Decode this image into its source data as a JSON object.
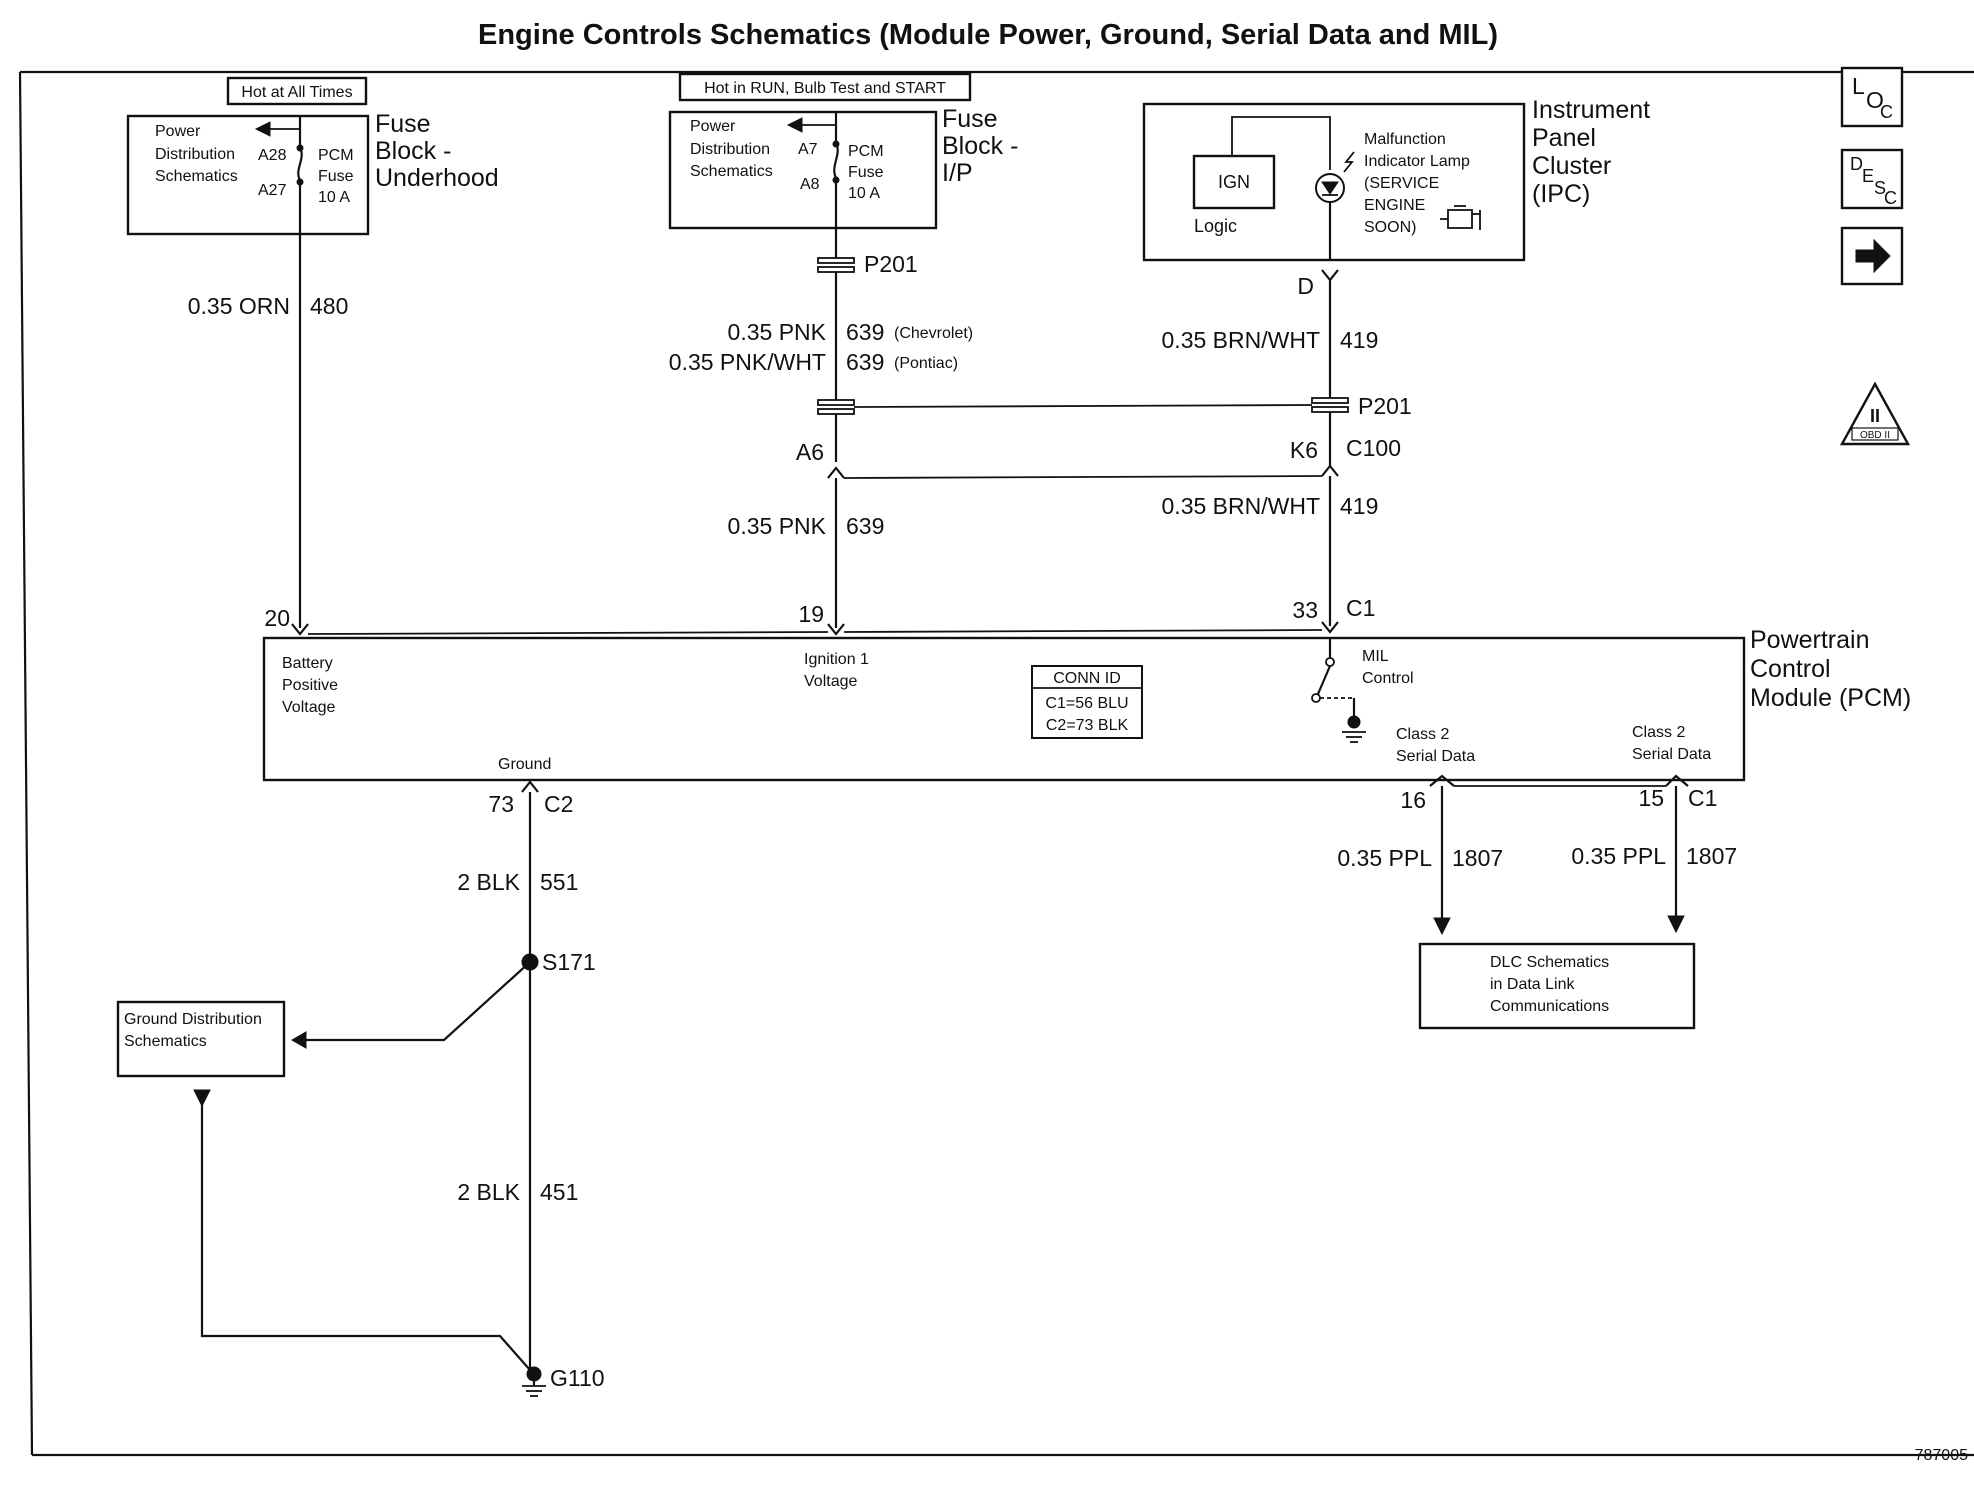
{
  "title": "Engine Controls Schematics (Module Power, Ground, Serial Data and MIL)",
  "figure_id": "787005",
  "nav_icons": {
    "loc": "loc-icon",
    "desc": "desc-icon",
    "next": "arrow-right-icon",
    "obd": "obd-ii-icon"
  },
  "nav_labels": {
    "loc_big": "L",
    "loc_o": "O",
    "loc_c": "C",
    "desc_d": "D",
    "desc_e": "E",
    "desc_s": "S",
    "desc_c": "C",
    "obd_numeral": "II",
    "obd_text": "OBD II"
  },
  "fuse_underhood": {
    "hot_label": "Hot at All Times",
    "ref_line1": "Power",
    "ref_line2": "Distribution",
    "ref_line3": "Schematics",
    "term_top": "A28",
    "term_bot": "A27",
    "fuse_line1": "PCM",
    "fuse_line2": "Fuse",
    "fuse_line3": "10 A",
    "block_line1": "Fuse",
    "block_line2": "Block -",
    "block_line3": "Underhood"
  },
  "fuse_ip": {
    "hot_label": "Hot in RUN, Bulb Test and START",
    "ref_line1": "Power",
    "ref_line2": "Distribution",
    "ref_line3": "Schematics",
    "term_top": "A7",
    "term_bot": "A8",
    "fuse_line1": "PCM",
    "fuse_line2": "Fuse",
    "fuse_line3": "10 A",
    "block_line1": "Fuse",
    "block_line2": "Block -",
    "block_line3": "I/P"
  },
  "ipc": {
    "name_line1": "Instrument",
    "name_line2": "Panel",
    "name_line3": "Cluster",
    "name_line4": "(IPC)",
    "ign": "IGN",
    "logic": "Logic",
    "lamp_line1": "Malfunction",
    "lamp_line2": "Indicator Lamp",
    "lamp_line3": "(SERVICE",
    "lamp_line4": "ENGINE",
    "lamp_line5": "SOON)",
    "terminal": "D"
  },
  "wires": {
    "orn_gauge": "0.35 ORN",
    "orn_circuit": "480",
    "pnk_chev_gauge": "0.35 PNK",
    "pnk_chev_circuit": "639",
    "pnk_chev_note": "(Chevrolet)",
    "pnk_pont_gauge": "0.35 PNK/WHT",
    "pnk_pont_circuit": "639",
    "pnk_pont_note": "(Pontiac)",
    "brn_top_gauge": "0.35 BRN/WHT",
    "brn_top_circuit": "419",
    "pnk_low_gauge": "0.35 PNK",
    "pnk_low_circuit": "639",
    "brn_low_gauge": "0.35 BRN/WHT",
    "brn_low_circuit": "419",
    "blk551_gauge": "2 BLK",
    "blk551_circuit": "551",
    "blk451_gauge": "2 BLK",
    "blk451_circuit": "451",
    "ppl16_gauge": "0.35 PPL",
    "ppl16_circuit": "1807",
    "ppl15_gauge": "0.35 PPL",
    "ppl15_circuit": "1807"
  },
  "connectors": {
    "p201_a": "P201",
    "p201_b": "P201",
    "a6": "A6",
    "k6": "K6",
    "c100": "C100",
    "pin20": "20",
    "pin19": "19",
    "pin33": "33",
    "c1_top": "C1",
    "pin73": "73",
    "c2": "C2",
    "pin16": "16",
    "pin15": "15",
    "c1_bot": "C1"
  },
  "pcm": {
    "name_line1": "Powertrain",
    "name_line2": "Control",
    "name_line3": "Module (PCM)",
    "batt_line1": "Battery",
    "batt_line2": "Positive",
    "batt_line3": "Voltage",
    "ign_line1": "Ignition 1",
    "ign_line2": "Voltage",
    "conn_id": "CONN ID",
    "conn_c1": "C1=56 BLU",
    "conn_c2": "C2=73 BLK",
    "mil_line1": "MIL",
    "mil_line2": "Control",
    "serial_a_line1": "Class 2",
    "serial_a_line2": "Serial Data",
    "serial_b_line1": "Class 2",
    "serial_b_line2": "Serial Data",
    "ground": "Ground"
  },
  "ground": {
    "splice": "S171",
    "point": "G110",
    "dist_line1": "Ground Distribution",
    "dist_line2": "Schematics"
  },
  "dlc": {
    "line1": "DLC Schematics",
    "line2": "in Data Link",
    "line3": "Communications"
  }
}
